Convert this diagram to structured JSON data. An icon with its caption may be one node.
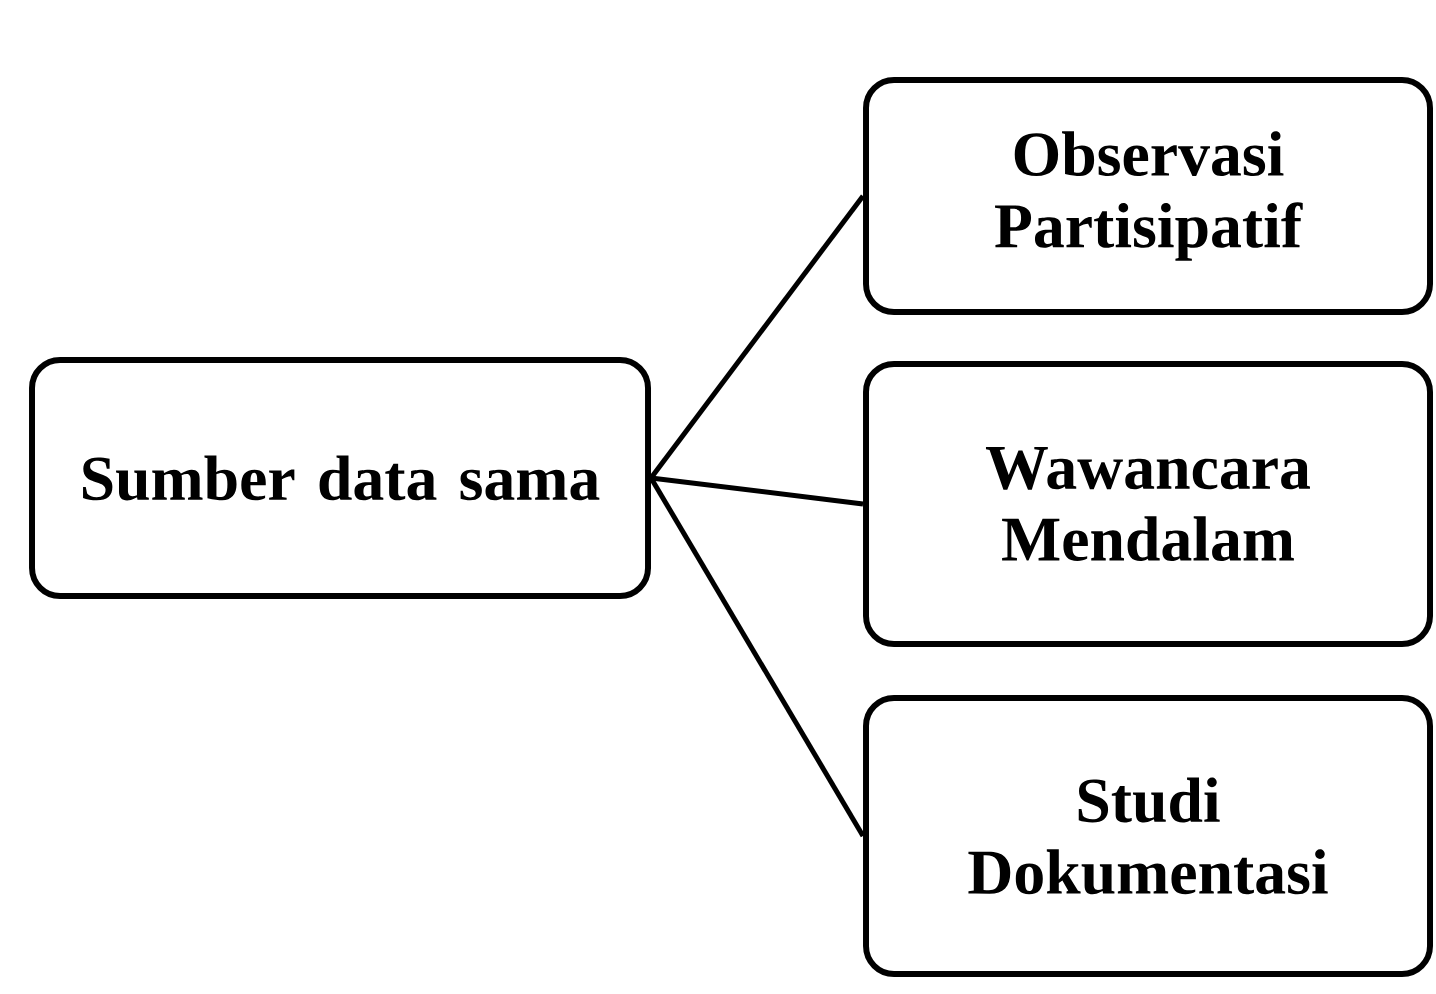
{
  "diagram": {
    "nodes": [
      {
        "text": [
          "Sumber data sama"
        ]
      },
      {
        "text": [
          "Observasi Partisipatif"
        ]
      },
      {
        "text": [
          "Wawancara Mendalam"
        ]
      },
      {
        "text": [
          "Studi Dokumentasi"
        ]
      }
    ],
    "edges": [
      {
        "from": 0,
        "to": 1,
        "arrow": "none"
      },
      {
        "from": 0,
        "to": 2,
        "arrow": "none"
      },
      {
        "from": 0,
        "to": 3,
        "arrow": "none"
      }
    ]
  }
}
